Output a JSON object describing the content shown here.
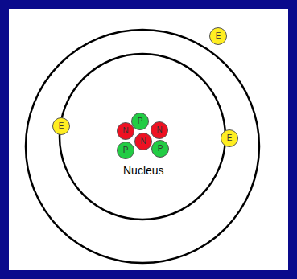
{
  "diagram": {
    "nodes": [
      {
        "text": [
          "E"
        ]
      },
      {
        "text": [
          "P"
        ]
      },
      {
        "text": [
          "N"
        ]
      },
      {
        "text": [
          "N"
        ]
      },
      {
        "text": [
          "N"
        ]
      },
      {
        "text": [
          "P"
        ]
      },
      {
        "text": [
          "P"
        ]
      },
      {
        "text": [
          "E"
        ]
      },
      {
        "text": [
          "E"
        ]
      }
    ],
    "labels": [
      "Nucleus"
    ]
  }
}
